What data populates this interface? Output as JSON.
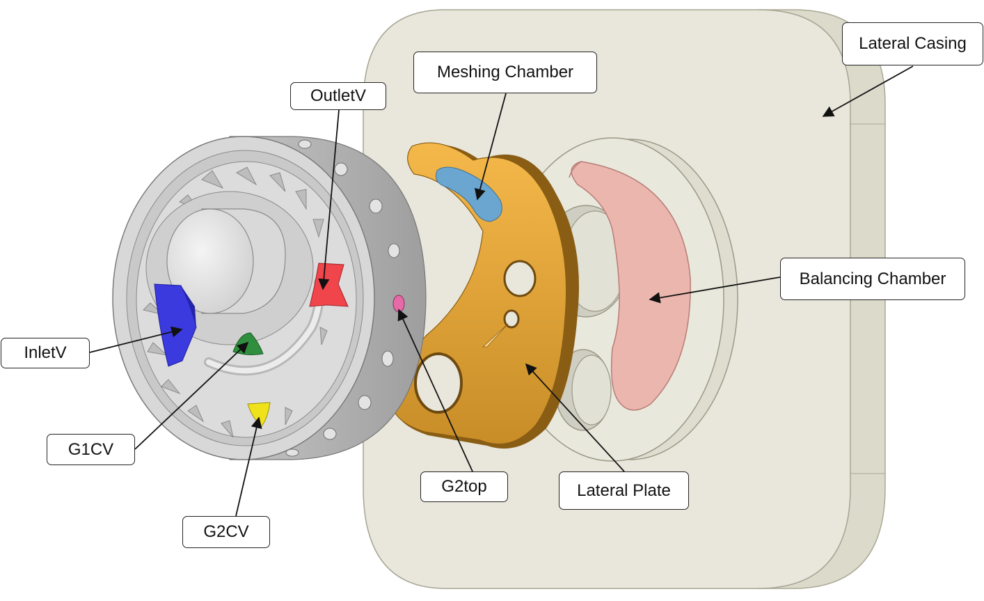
{
  "labels": {
    "lateral_casing": "Lateral Casing",
    "meshing_chamber": "Meshing Chamber",
    "outlet_v": "OutletV",
    "balancing_chamber": "Balancing Chamber",
    "inlet_v": "InletV",
    "g1cv": "G1CV",
    "g2cv": "G2CV",
    "g2top": "G2top",
    "lateral_plate": "Lateral Plate"
  },
  "colors": {
    "casing": "#e9e7dc",
    "casing_edge": "#d6d4c6",
    "gear_body": "#d2d2d2",
    "plate_gold": "#e0a73c",
    "plate_edge": "#8a5d14",
    "meshing_chamber": "#6aa6cf",
    "balancing_chamber": "#ebb6ae",
    "inlet_volume": "#3a3adf",
    "outlet_volume": "#f0454a",
    "g1_volume": "#2f8f3e",
    "g2_volume": "#f0e21a",
    "g2top": "#e66aa8"
  }
}
